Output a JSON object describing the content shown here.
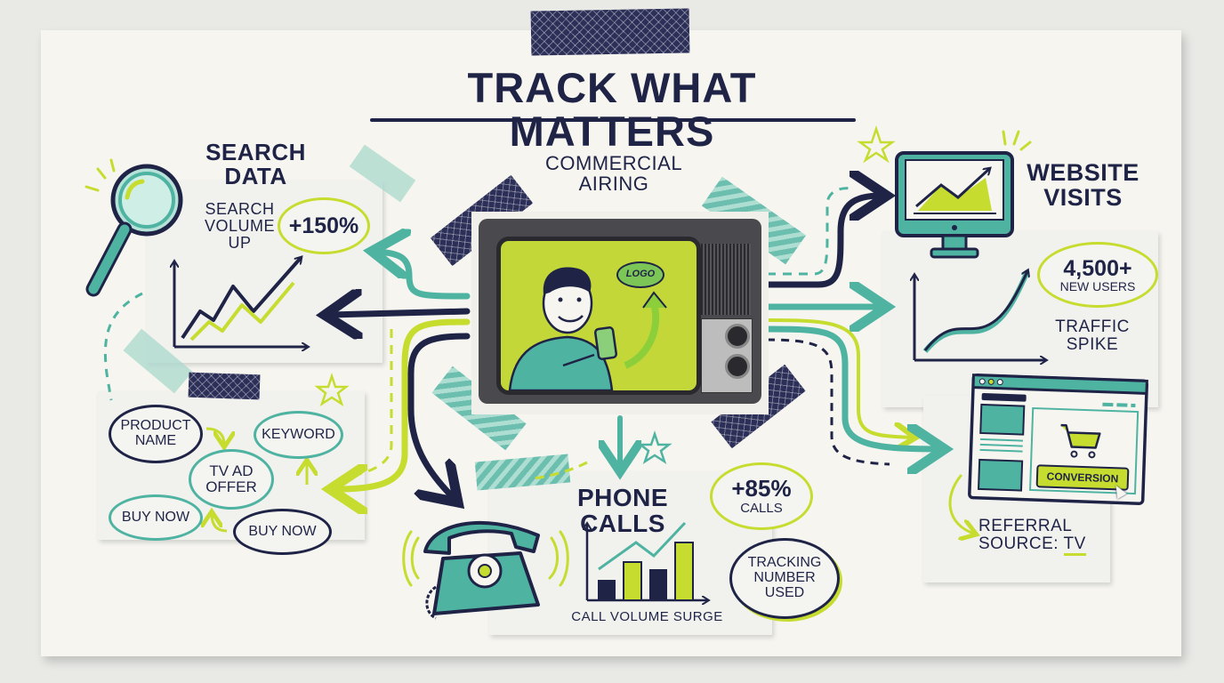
{
  "title": "TRACK WHAT MATTERS",
  "colors": {
    "navy": "#1f2447",
    "teal": "#4fb3a2",
    "lime": "#c6dc2e",
    "paper": "#f6f5f0",
    "background": "#e9e9e6"
  },
  "center": {
    "heading_line1": "COMMERCIAL",
    "heading_line2": "AIRING",
    "tv_logo_label": "LOGO",
    "icon": "tv-icon"
  },
  "search": {
    "heading": "SEARCH DATA",
    "label_line1": "SEARCH",
    "label_line2": "VOLUME",
    "label_line3": "UP",
    "stat": "+150%",
    "icon": "magnifying-glass-icon"
  },
  "keywords": {
    "bubbles": [
      {
        "line1": "PRODUCT",
        "line2": "NAME"
      },
      {
        "line1": "KEYWORD",
        "line2": ""
      },
      {
        "line1": "TV AD",
        "line2": "OFFER"
      },
      {
        "line1": "BUY NOW",
        "line2": ""
      },
      {
        "line1": "BUY NOW",
        "line2": ""
      }
    ]
  },
  "website": {
    "heading_line1": "WEBSITE",
    "heading_line2": "VISITS",
    "stat_value": "4,500+",
    "stat_label": "NEW USERS",
    "caption_line1": "TRAFFIC",
    "caption_line2": "SPIKE",
    "icon": "monitor-icon"
  },
  "conversion": {
    "button_label": "CONVERSION",
    "referral_line1": "REFERRAL",
    "referral_line2_prefix": "SOURCE: ",
    "referral_line2_value": "TV",
    "icon": "shopping-cart-icon"
  },
  "phone": {
    "heading": "PHONE CALLS",
    "stat_value": "+85%",
    "stat_label": "CALLS",
    "caption": "CALL VOLUME SURGE",
    "bubble_line1": "TRACKING",
    "bubble_line2": "NUMBER",
    "bubble_line3": "USED",
    "icon": "rotary-phone-icon"
  }
}
